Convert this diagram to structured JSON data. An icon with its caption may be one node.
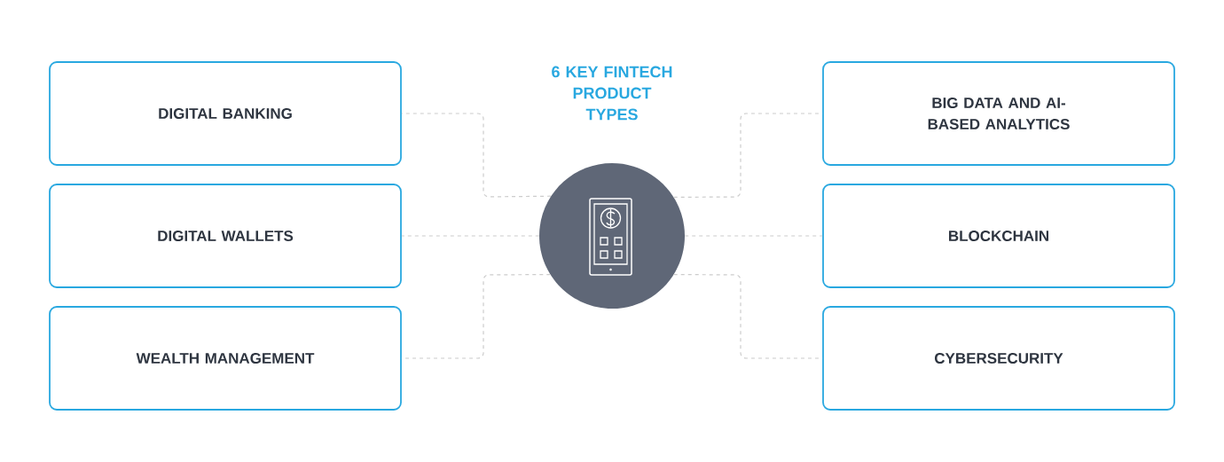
{
  "diagram": {
    "title": "6 KEY FINTECH PRODUCT TYPES",
    "nodes": [
      {
        "text": [
          "DIGITAL BANKING"
        ]
      },
      {
        "text": [
          "DIGITAL WALLETS"
        ]
      },
      {
        "text": [
          "WEALTH MANAGEMENT"
        ]
      },
      {
        "text": [],
        "shape": "circle"
      },
      {
        "text": [
          "BIG DATA AND AI-BASED ANALYTICS"
        ]
      },
      {
        "text": [
          "BLOCKCHAIN"
        ]
      },
      {
        "text": [
          "CYBERSECURITY"
        ]
      }
    ],
    "edges": [
      {
        "from": 3,
        "to": 0,
        "arrow": "none",
        "style": "dashed"
      },
      {
        "from": 3,
        "to": 1,
        "arrow": "none",
        "style": "dashed"
      },
      {
        "from": 3,
        "to": 2,
        "arrow": "none",
        "style": "dashed"
      },
      {
        "from": 3,
        "to": 4,
        "arrow": "none",
        "style": "dashed"
      },
      {
        "from": 3,
        "to": 5,
        "arrow": "none",
        "style": "dashed"
      },
      {
        "from": 3,
        "to": 6,
        "arrow": "none",
        "style": "dashed"
      }
    ]
  }
}
